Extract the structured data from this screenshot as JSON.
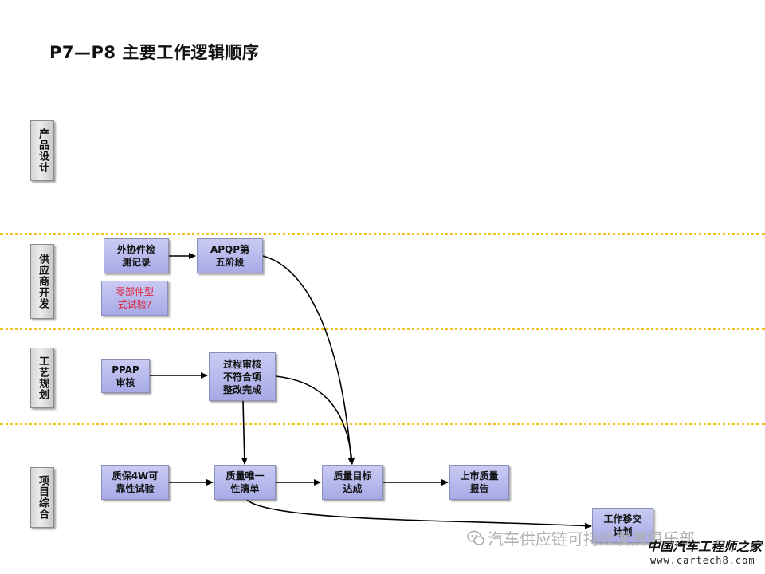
{
  "title": "P7—P8  主要工作逻辑顺序",
  "lanes": [
    {
      "label": "产品设计"
    },
    {
      "label": "供应商开发"
    },
    {
      "label": "工艺规划"
    },
    {
      "label": "项目综合"
    }
  ],
  "nodes": {
    "outsourced_inspection": "外协件检\n测记录",
    "apqp_stage5": "APQP第\n五阶段",
    "part_type_test": "零部件型\n式试验?",
    "ppap_review": "PPAP\n审核",
    "process_audit": "过程审核\n不符合项\n整改完成",
    "warranty_4w": "质保4W可\n靠性试验",
    "quality_unique_list": "质量唯一\n性清单",
    "quality_target": "质量目标\n达成",
    "launch_quality_report": "上市质量\n报告",
    "work_handover": "工作移交\n计划"
  },
  "colors": {
    "node_fill": "#b8bbed",
    "node_border": "#8b8fbd",
    "lane_divider": "#f0c419",
    "warning_text": "#e0203a"
  },
  "watermark": {
    "channel": "汽车供应链可持续发展俱乐部",
    "logo": "中国汽车工程师之家",
    "url": "www.cartech8.com"
  }
}
